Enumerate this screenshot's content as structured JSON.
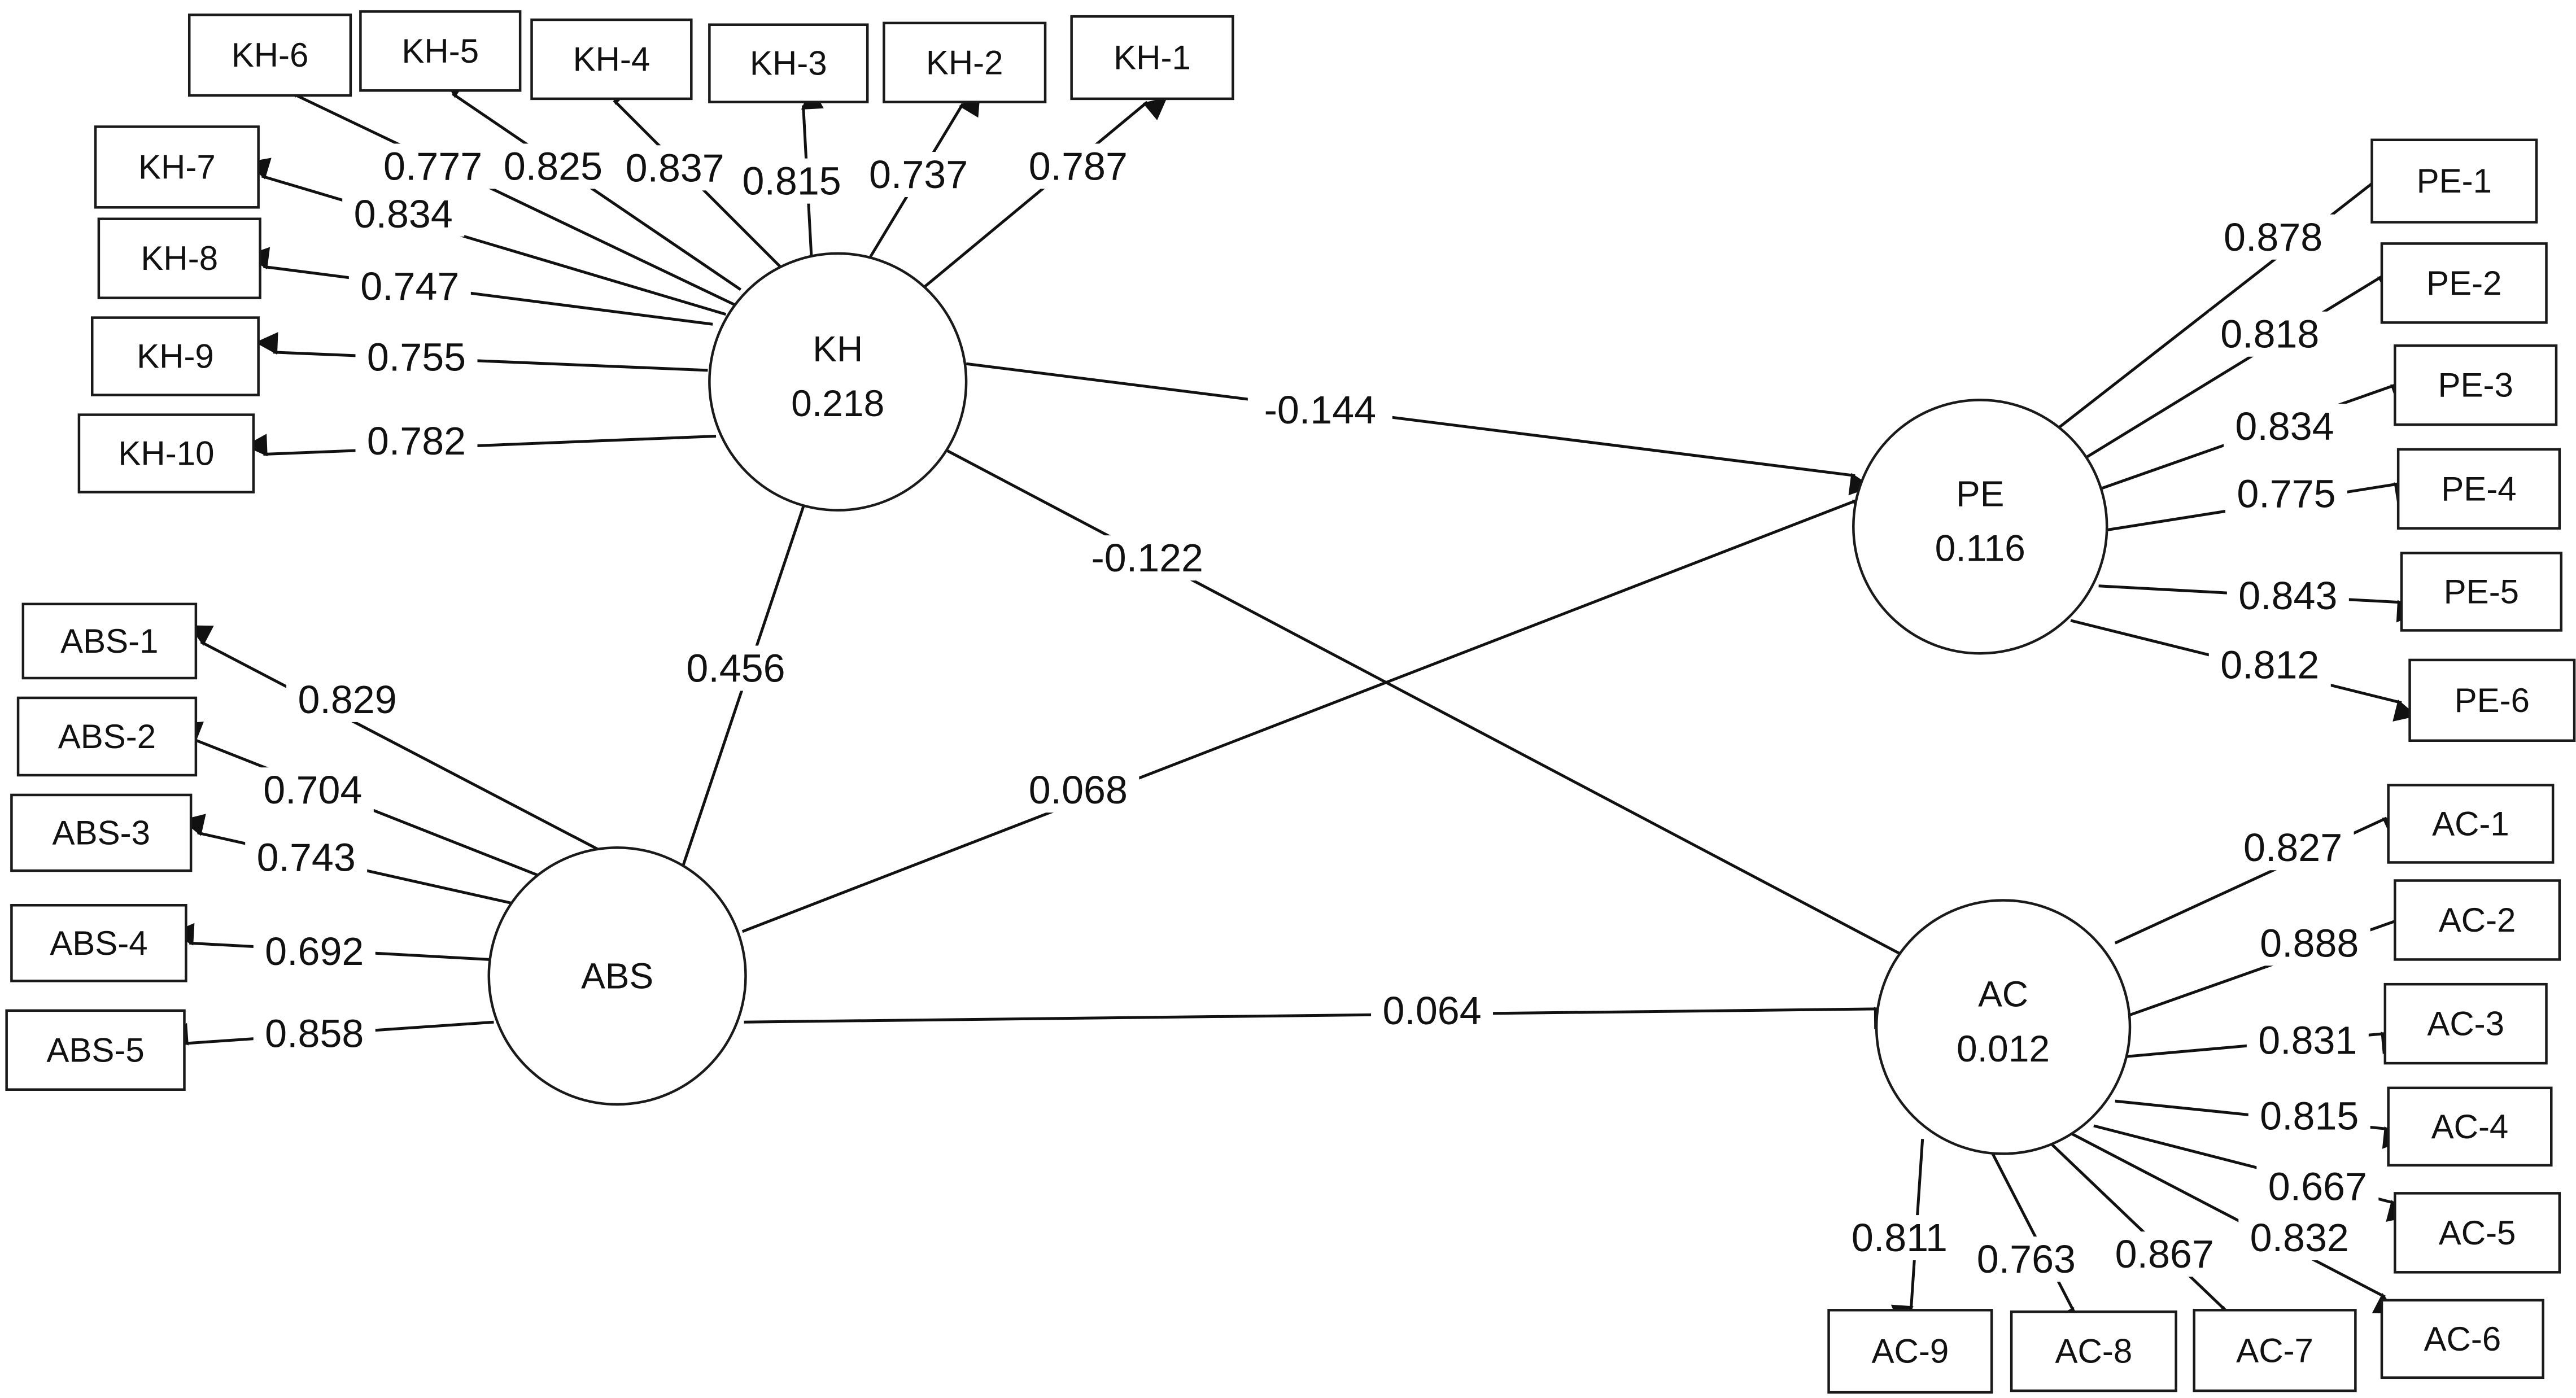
{
  "constructs": [
    {
      "id": "KH",
      "name": "KH",
      "r2": "0.218"
    },
    {
      "id": "PE",
      "name": "PE",
      "r2": "0.116"
    },
    {
      "id": "AC",
      "name": "AC",
      "r2": "0.012"
    },
    {
      "id": "ABS",
      "name": "ABS",
      "r2": ""
    }
  ],
  "indicators": [
    {
      "id": "KH-1",
      "construct": "KH",
      "loading": "0.787"
    },
    {
      "id": "KH-2",
      "construct": "KH",
      "loading": "0.737"
    },
    {
      "id": "KH-3",
      "construct": "KH",
      "loading": "0.815"
    },
    {
      "id": "KH-4",
      "construct": "KH",
      "loading": "0.837"
    },
    {
      "id": "KH-5",
      "construct": "KH",
      "loading": "0.825"
    },
    {
      "id": "KH-6",
      "construct": "KH",
      "loading": "0.777"
    },
    {
      "id": "KH-7",
      "construct": "KH",
      "loading": "0.834"
    },
    {
      "id": "KH-8",
      "construct": "KH",
      "loading": "0.747"
    },
    {
      "id": "KH-9",
      "construct": "KH",
      "loading": "0.755"
    },
    {
      "id": "KH-10",
      "construct": "KH",
      "loading": "0.782"
    },
    {
      "id": "PE-1",
      "construct": "PE",
      "loading": "0.878"
    },
    {
      "id": "PE-2",
      "construct": "PE",
      "loading": "0.818"
    },
    {
      "id": "PE-3",
      "construct": "PE",
      "loading": "0.834"
    },
    {
      "id": "PE-4",
      "construct": "PE",
      "loading": "0.775"
    },
    {
      "id": "PE-5",
      "construct": "PE",
      "loading": "0.843"
    },
    {
      "id": "PE-6",
      "construct": "PE",
      "loading": "0.812"
    },
    {
      "id": "AC-1",
      "construct": "AC",
      "loading": "0.827"
    },
    {
      "id": "AC-2",
      "construct": "AC",
      "loading": "0.888"
    },
    {
      "id": "AC-3",
      "construct": "AC",
      "loading": "0.831"
    },
    {
      "id": "AC-4",
      "construct": "AC",
      "loading": "0.815"
    },
    {
      "id": "AC-5",
      "construct": "AC",
      "loading": "0.667"
    },
    {
      "id": "AC-6",
      "construct": "AC",
      "loading": "0.832"
    },
    {
      "id": "AC-7",
      "construct": "AC",
      "loading": "0.867"
    },
    {
      "id": "AC-8",
      "construct": "AC",
      "loading": "0.763"
    },
    {
      "id": "AC-9",
      "construct": "AC",
      "loading": "0.811"
    },
    {
      "id": "ABS-1",
      "construct": "ABS",
      "loading": "0.829"
    },
    {
      "id": "ABS-2",
      "construct": "ABS",
      "loading": "0.704"
    },
    {
      "id": "ABS-3",
      "construct": "ABS",
      "loading": "0.743"
    },
    {
      "id": "ABS-4",
      "construct": "ABS",
      "loading": "0.692"
    },
    {
      "id": "ABS-5",
      "construct": "ABS",
      "loading": "0.858"
    }
  ],
  "paths": [
    {
      "from": "ABS",
      "to": "KH",
      "coef": "0.456"
    },
    {
      "from": "KH",
      "to": "PE",
      "coef": "-0.144"
    },
    {
      "from": "KH",
      "to": "AC",
      "coef": "-0.122"
    },
    {
      "from": "ABS",
      "to": "PE",
      "coef": "0.068"
    },
    {
      "from": "ABS",
      "to": "AC",
      "coef": "0.064"
    }
  ],
  "colors": {
    "stroke": "#111111",
    "background": "#ffffff"
  }
}
